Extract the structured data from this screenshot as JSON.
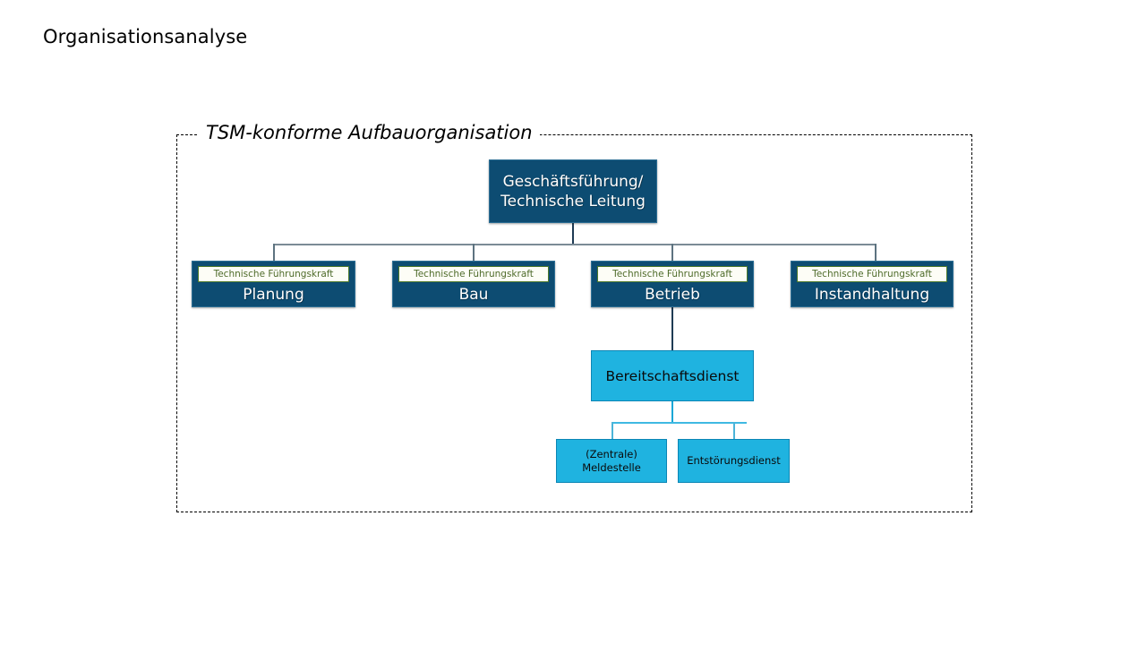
{
  "slide": {
    "heading": "Organisationsanalyse"
  },
  "group": {
    "title": "TSM-konforme Aufbauorganisation"
  },
  "colors": {
    "navy_fill": "#0d4c72",
    "navy_border": "#2d6f95",
    "cyan_fill": "#1fb3e0",
    "cyan_border": "#0c86b5",
    "role_chip_border": "#4e7a2a",
    "role_chip_text": "#4e6b2a",
    "connector_grey": "#7b8b96",
    "connector_cyan": "#3fb9e2",
    "dashed_border": "#000000",
    "text_on_navy": "#ffffff",
    "text_on_cyan": "#0a0a0a"
  },
  "chart_data": {
    "type": "diagram",
    "diagram_kind": "org-chart",
    "title": "TSM-konforme Aufbauorganisation",
    "nodes": [
      {
        "id": "root",
        "label": "Geschäftsführung/\nTechnische Leitung",
        "level": 0,
        "style": "navy"
      },
      {
        "id": "planung",
        "label": "Planung",
        "role": "Technische Führungskraft",
        "level": 1,
        "style": "navy"
      },
      {
        "id": "bau",
        "label": "Bau",
        "role": "Technische Führungskraft",
        "level": 1,
        "style": "navy"
      },
      {
        "id": "betrieb",
        "label": "Betrieb",
        "role": "Technische Führungskraft",
        "level": 1,
        "style": "navy"
      },
      {
        "id": "instandhaltung",
        "label": "Instandhaltung",
        "role": "Technische Führungskraft",
        "level": 1,
        "style": "navy"
      },
      {
        "id": "bereitschaft",
        "label": "Bereitschaftsdienst",
        "level": 2,
        "style": "cyan"
      },
      {
        "id": "meldestelle",
        "label": "(Zentrale) Meldestelle",
        "level": 3,
        "style": "cyan"
      },
      {
        "id": "entstoerung",
        "label": "Entstörungsdienst",
        "level": 3,
        "style": "cyan"
      }
    ],
    "edges": [
      {
        "from": "root",
        "to": "planung"
      },
      {
        "from": "root",
        "to": "bau"
      },
      {
        "from": "root",
        "to": "betrieb"
      },
      {
        "from": "root",
        "to": "instandhaltung"
      },
      {
        "from": "betrieb",
        "to": "bereitschaft"
      },
      {
        "from": "bereitschaft",
        "to": "meldestelle"
      },
      {
        "from": "bereitschaft",
        "to": "entstoerung"
      }
    ]
  },
  "nodes": {
    "root": {
      "line1": "Geschäftsführung/",
      "line2": "Technische Leitung"
    },
    "departments": [
      {
        "role": "Technische Führungskraft",
        "name": "Planung"
      },
      {
        "role": "Technische Führungskraft",
        "name": "Bau"
      },
      {
        "role": "Technische Führungskraft",
        "name": "Betrieb"
      },
      {
        "role": "Technische Führungskraft",
        "name": "Instandhaltung"
      }
    ],
    "standby": {
      "name": "Bereitschaftsdienst"
    },
    "leaves": [
      {
        "line1": "(Zentrale)",
        "line2": "Meldestelle"
      },
      {
        "line1": "Entstörungsdienst",
        "line2": ""
      }
    ]
  }
}
